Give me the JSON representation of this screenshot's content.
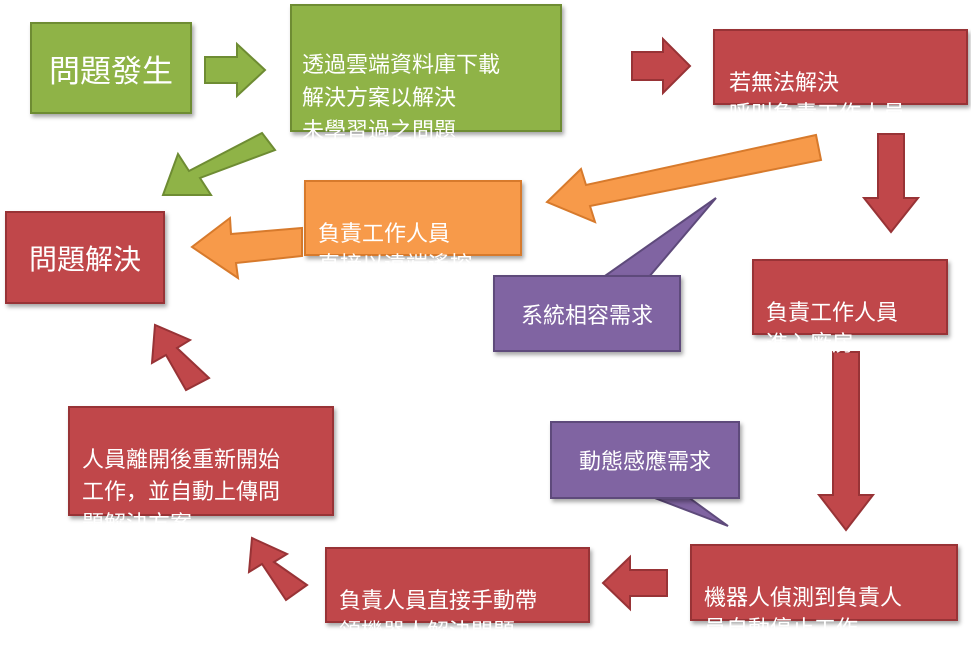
{
  "nodes": {
    "problem_occurs": "問題發生",
    "cloud_download": "透過雲端資料庫下載\n解決方案以解決\n未學習過之問題",
    "call_staff": "若無法解決\n呼叫負責工作人員",
    "remote_control": "負責工作人員\n直接以遠端遙控",
    "problem_solved": "問題解決",
    "enter_plant": "負責工作人員\n進入廠房",
    "robot_stops": "機器人偵測到負責人\n員自動停止工作",
    "manual_guide": "負責人員直接手動帶\n領機器人解決問題",
    "restart_upload": "人員離開後重新開始\n工作，並自動上傳問\n題解決方案"
  },
  "callouts": {
    "system_compat": "系統相容需求",
    "motion_sensing": "動態感應需求"
  },
  "colors": {
    "green": "#8fb347",
    "red": "#c0474a",
    "orange": "#f79a4a",
    "purple": "#8064a2"
  }
}
